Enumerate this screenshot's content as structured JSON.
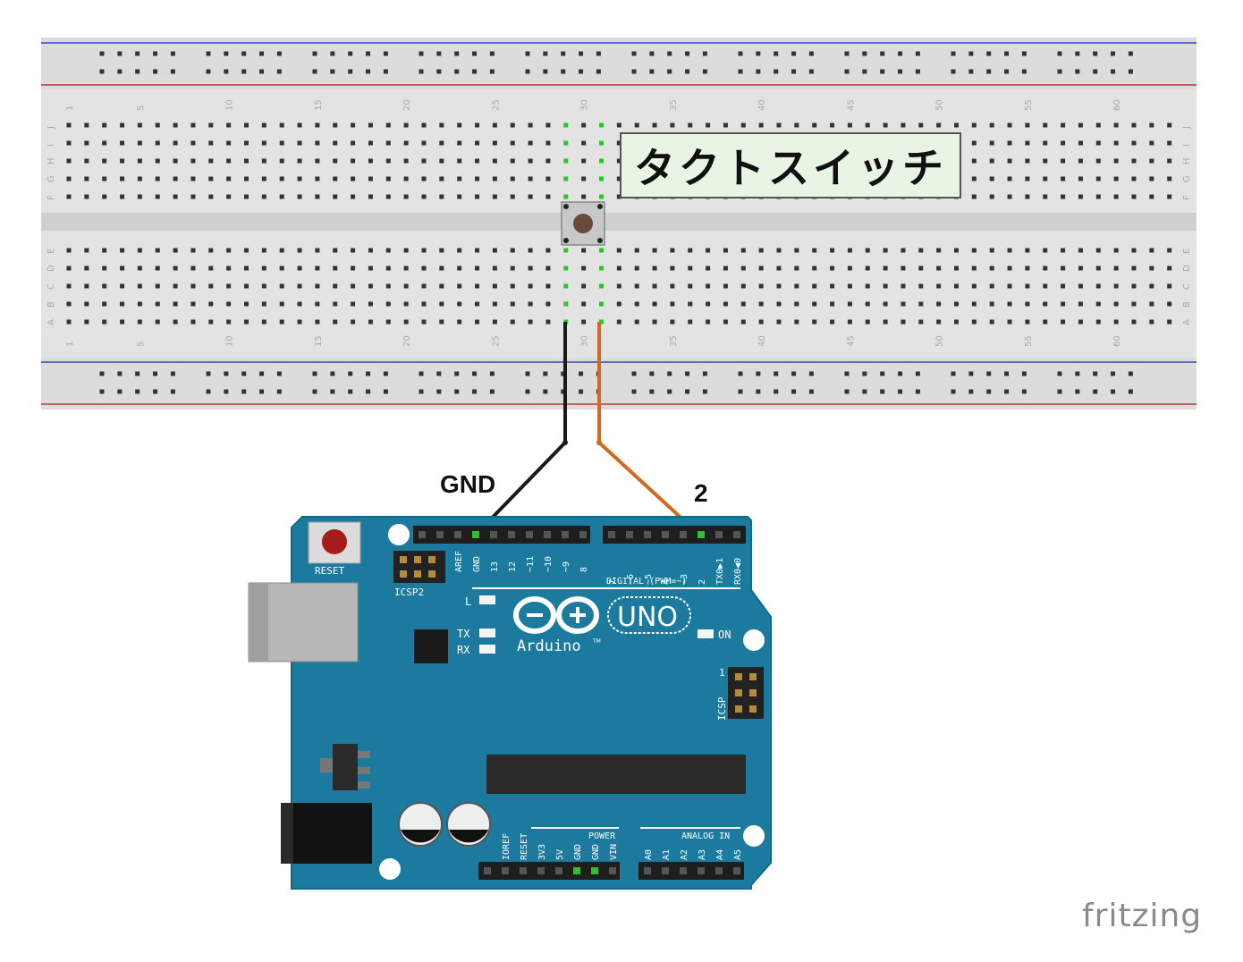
{
  "breadboard": {
    "row_letters_top": [
      "J",
      "I",
      "H",
      "G",
      "F"
    ],
    "row_letters_bottom": [
      "E",
      "D",
      "C",
      "B",
      "A"
    ],
    "column_numbers": [
      "1",
      "5",
      "10",
      "15",
      "20",
      "25",
      "30",
      "35",
      "40",
      "45",
      "50",
      "55",
      "60"
    ]
  },
  "component_label": "タクトスイッチ",
  "wires": {
    "gnd_label": "GND",
    "pin_label": "2",
    "gnd_color": "#1a1a1a",
    "pin_color": "#d2691e"
  },
  "arduino": {
    "reset": "RESET",
    "icsp2": "ICSP2",
    "icsp": "ICSP",
    "icsp_pin1": "1",
    "logo_text": "Arduino",
    "logo_tm": "TM",
    "model": "UNO",
    "led_l": "L",
    "led_tx": "TX",
    "led_rx": "RX",
    "led_on": "ON",
    "digital_title": "DIGITAL (PWM=~)",
    "power_title": "POWER",
    "analog_title": "ANALOG IN",
    "digital_left": [
      "AREF",
      "GND",
      "13",
      "12",
      "~11",
      "~10",
      "~9",
      "8"
    ],
    "digital_right": [
      "7",
      "~6",
      "~5",
      "4",
      "~3",
      "2",
      "TX0▶1",
      "RX0◀0"
    ],
    "power_pins": [
      "IOREF",
      "RESET",
      "3V3",
      "5V",
      "GND",
      "GND",
      "VIN"
    ],
    "analog_pins": [
      "A0",
      "A1",
      "A2",
      "A3",
      "A4",
      "A5"
    ],
    "board_color": "#1b7a9e"
  },
  "brand": "fritzing"
}
